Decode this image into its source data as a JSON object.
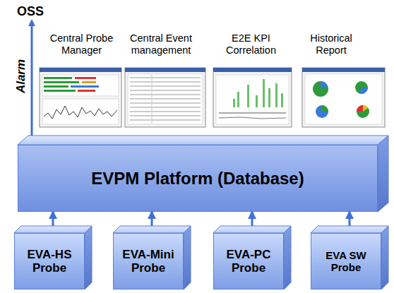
{
  "diagram": {
    "nodes": [
      {
        "text": [
          "EVPM Platform (Database)"
        ]
      },
      {
        "text": [
          "EVA-HS Probe"
        ]
      },
      {
        "text": [
          "EVA-Mini Probe"
        ]
      },
      {
        "text": [
          "EVA-PC Probe"
        ]
      },
      {
        "text": [
          "EVA SW Probe"
        ]
      }
    ],
    "edges": [
      {
        "from": 1,
        "to": 0,
        "arrow": "to"
      },
      {
        "from": 2,
        "to": 0,
        "arrow": "to"
      },
      {
        "from": 3,
        "to": 0,
        "arrow": "to"
      },
      {
        "from": 4,
        "to": 0,
        "arrow": "to"
      }
    ],
    "labels": [
      "OSS",
      "Central Probe Manager",
      "Central Event management",
      "E2E KPI Correlation",
      "Historical Report",
      "Alarm"
    ]
  }
}
